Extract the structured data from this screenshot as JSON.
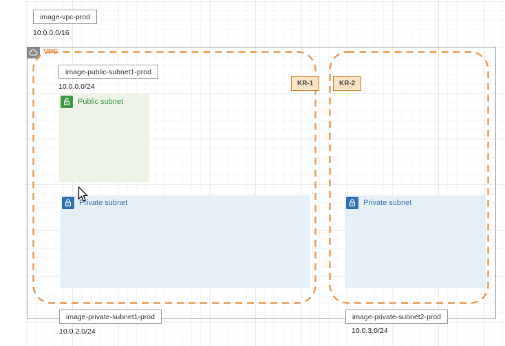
{
  "diagram": {
    "vpc": {
      "name_label": "image-vpc-prod",
      "cidr": "10.0.0.0/16",
      "container_label": "VPC"
    },
    "availability_zones": [
      {
        "name": "KR-1"
      },
      {
        "name": "KR-2"
      }
    ],
    "subnets": [
      {
        "name_label": "image-public-subnet1-prod",
        "cidr": "10.0.0.0/24",
        "type_label": "Public subnet",
        "kind": "public"
      },
      {
        "name_label": "image-private-subnet1-prod",
        "cidr": "10.0.2.0/24",
        "type_label": "Private subnet",
        "kind": "private"
      },
      {
        "name_label": "image-private-subnet2-prod",
        "cidr": "10.0.3.0/24",
        "type_label": "Private subnet",
        "kind": "private"
      }
    ],
    "colors": {
      "zone_dash": "#ec9a55",
      "zone_tag_fill": "#fae3c3",
      "zone_tag_border": "#c98a2e",
      "vpc_border": "#a8a8a8",
      "vpc_icon_fill": "#878787",
      "vpc_label_text": "#e0832f",
      "public_subnet_fill": "#ecf2e5",
      "public_subnet_accent": "#3e9b44",
      "private_subnet_fill": "#e5eff7",
      "private_subnet_accent": "#2e72b8"
    }
  }
}
